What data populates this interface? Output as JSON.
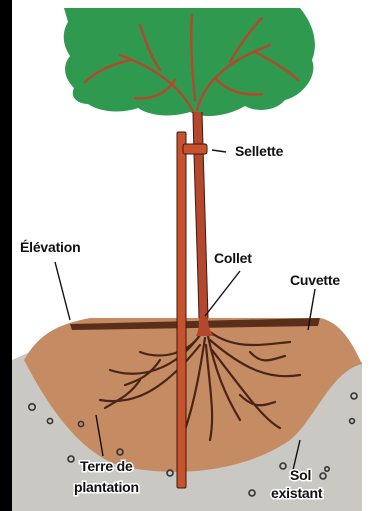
{
  "labels": {
    "sellette": "Sellette",
    "elevation": "Élévation",
    "collet": "Collet",
    "cuvette": "Cuvette",
    "terre_line1": "Terre de",
    "terre_line2": "plantation",
    "sol_line1": "Sol",
    "sol_line2": "existant"
  },
  "colors": {
    "foliage": "#2f9a4f",
    "trunk": "#b5472c",
    "mound": "#c58c63",
    "soil": "#c9c8c3",
    "stake": "#c6522e",
    "roots": "#4a2418"
  }
}
